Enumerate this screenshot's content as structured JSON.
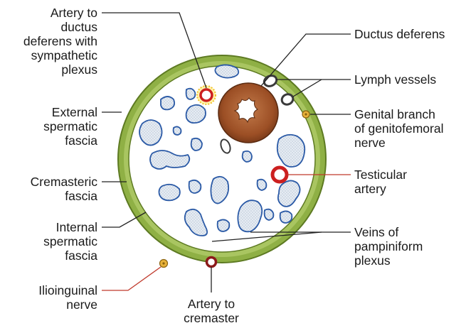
{
  "labels": {
    "artery_ductus": "Artery to\nductus\ndeferens with\nsympathetic\nplexus",
    "external_fascia": "External\nspermatic\nfascia",
    "cremasteric_fascia": "Cremasteric\nfascia",
    "internal_fascia": "Internal\nspermatic\nfascia",
    "ilioinguinal": "Ilioinguinal\nnerve",
    "artery_cremaster": "Artery to\ncremaster",
    "ductus_deferens": "Ductus deferens",
    "lymph_vessels": "Lymph vessels",
    "genital_branch": "Genital branch\nof genitofemoral\nnerve",
    "testicular_artery": "Testicular\nartery",
    "veins_pampiniform": "Veins of\npampiniform\nplexus"
  },
  "colors": {
    "fascia_ring": "#8fb045",
    "fascia_outline": "#5d7a22",
    "ductus": "#a0522d",
    "artery": "#cc1f1f",
    "nerve": "#e8b23a",
    "vein_fill": "#dfe6ee",
    "vein_outline": "#2b5aa6",
    "lymph": "#3a3a3a",
    "leader_line": "#222222",
    "leader_red": "#c0392b"
  }
}
